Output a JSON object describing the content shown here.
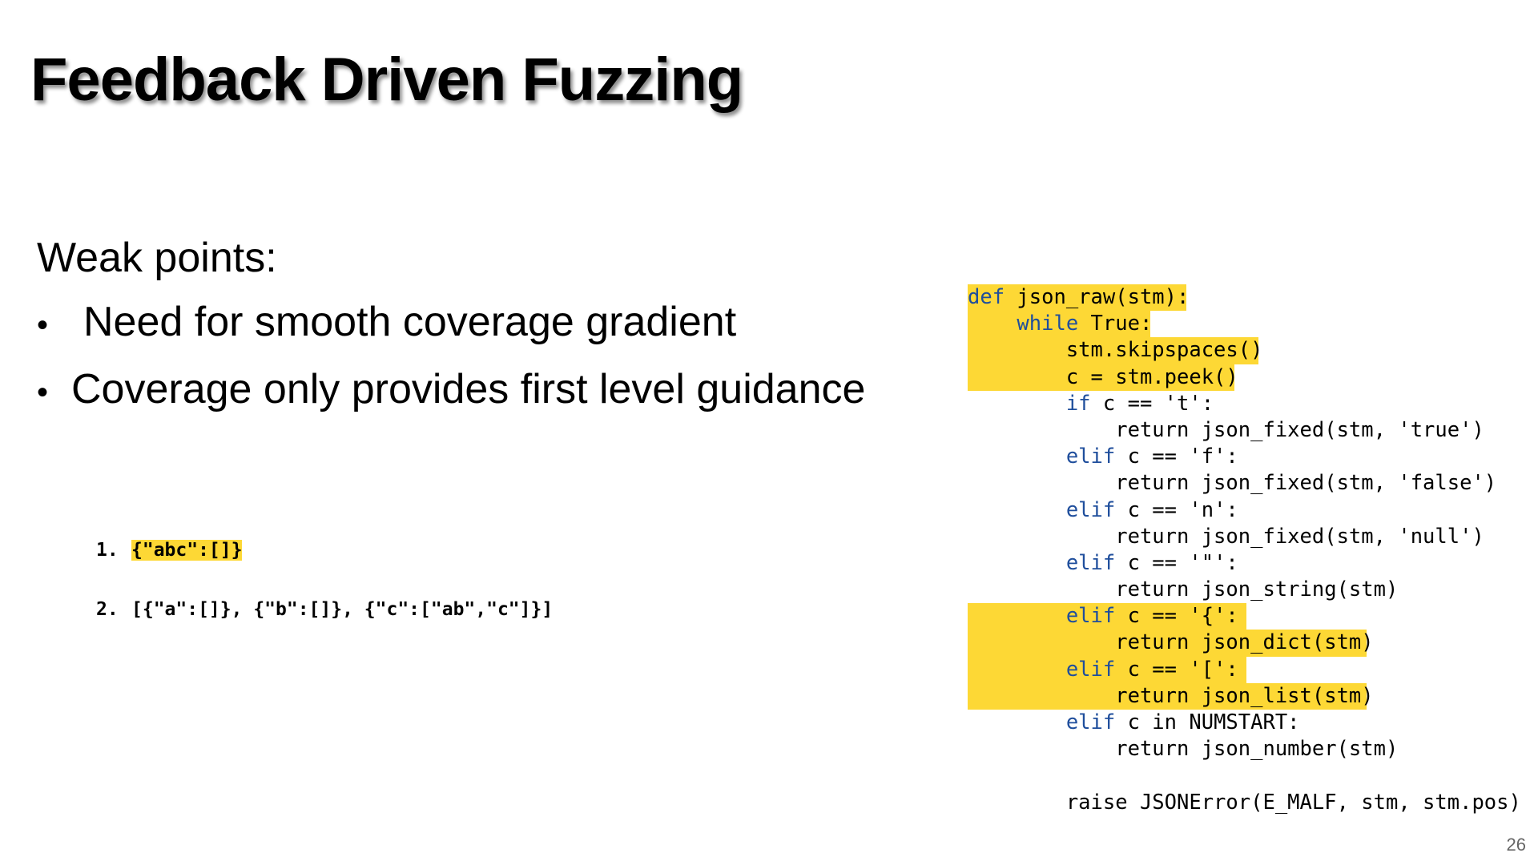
{
  "slide": {
    "title": "Feedback Driven Fuzzing",
    "heading": "Weak points:",
    "bullets": [
      {
        "marker": "•",
        "text": "Need for smooth coverage gradient"
      },
      {
        "marker": "•",
        "text": "Coverage only provides first level guidance"
      }
    ],
    "examples": [
      {
        "num": "1.",
        "text": "{\"abc\":[]}"
      },
      {
        "num": "2.",
        "text": "[{\"a\":[]}, {\"b\":[]}, {\"c\":[\"ab\",\"c\"]}]"
      }
    ],
    "page_number": "26"
  },
  "code": {
    "lines": [
      {
        "indent": "",
        "kw": "def",
        "rest": " json_raw(stm):"
      },
      {
        "indent": "    ",
        "kw": "while",
        "rest": " True:"
      },
      {
        "indent": "        ",
        "kw": "",
        "rest": "stm.skipspaces()"
      },
      {
        "indent": "        ",
        "kw": "",
        "rest": "c = stm.peek()"
      },
      {
        "indent": "        ",
        "kw": "if",
        "rest": " c == 't':"
      },
      {
        "indent": "            ",
        "kw": "",
        "rest": "return json_fixed(stm, 'true')"
      },
      {
        "indent": "        ",
        "kw": "elif",
        "rest": " c == 'f':"
      },
      {
        "indent": "            ",
        "kw": "",
        "rest": "return json_fixed(stm, 'false')"
      },
      {
        "indent": "        ",
        "kw": "elif",
        "rest": " c == 'n':"
      },
      {
        "indent": "            ",
        "kw": "",
        "rest": "return json_fixed(stm, 'null')"
      },
      {
        "indent": "        ",
        "kw": "elif",
        "rest": " c == '\"':"
      },
      {
        "indent": "            ",
        "kw": "",
        "rest": "return json_string(stm)"
      },
      {
        "indent": "        ",
        "kw": "elif",
        "rest": " c == '{':"
      },
      {
        "indent": "            ",
        "kw": "",
        "rest": "return json_dict(stm)"
      },
      {
        "indent": "        ",
        "kw": "elif",
        "rest": " c == '[':"
      },
      {
        "indent": "            ",
        "kw": "",
        "rest": "return json_list(stm)"
      },
      {
        "indent": "        ",
        "kw": "elif",
        "rest": " c in NUMSTART:"
      },
      {
        "indent": "            ",
        "kw": "",
        "rest": "return json_number(stm)"
      },
      {
        "indent": "",
        "kw": "",
        "rest": ""
      },
      {
        "indent": "        ",
        "kw": "",
        "rest": "raise JSONError(E_MALF, stm, stm.pos)"
      }
    ],
    "highlight_color": "#fdd835",
    "keyword_color": "#1f4e9c"
  }
}
